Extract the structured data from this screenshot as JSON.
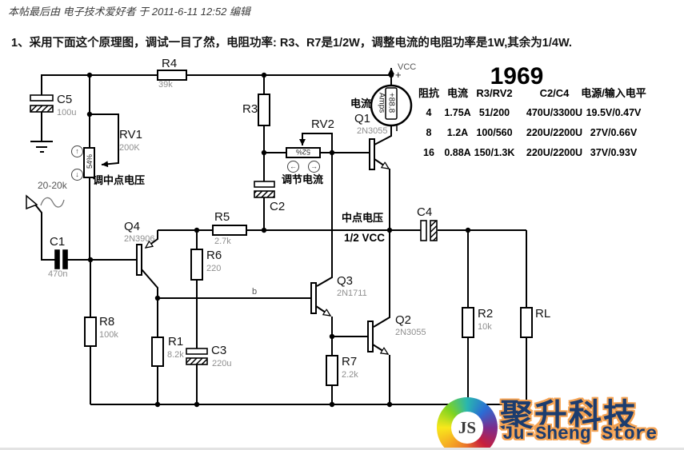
{
  "post": {
    "edit_note": "本帖最后由 电子技术爱好者 于 2011-6-11 12:52 编辑",
    "instruction": "1、采用下面这个原理图，调试一目了然，电阻功率: R3、R7是1/2W，调整电流的电阻功率是1W,其余为1/4W."
  },
  "schematic": {
    "power_label": "VCC",
    "meter": {
      "label": "电流",
      "unit": "Amps",
      "reading": "+88.8",
      "plus": "+"
    },
    "annotations": {
      "adjust_midpoint": "调中点电压",
      "adjust_current": "调节电流",
      "midpoint_voltage": "中点电压",
      "half_vcc": "1/2 VCC",
      "input_band": "20-20k",
      "base_node": "b",
      "rv1_percent": "54%",
      "rv2_percent": "52%",
      "rv1_up": "↑",
      "rv1_down": "↓",
      "rv2_left": "←",
      "rv2_right": "→"
    },
    "components": {
      "C5": {
        "ref": "C5",
        "value": "100u"
      },
      "R4": {
        "ref": "R4",
        "value": "39k"
      },
      "RV1": {
        "ref": "RV1",
        "value": "200K"
      },
      "C1": {
        "ref": "C1",
        "value": "470n"
      },
      "R8": {
        "ref": "R8",
        "value": "100k"
      },
      "R1": {
        "ref": "R1",
        "value": "8.2k"
      },
      "C3": {
        "ref": "C3",
        "value": "220u"
      },
      "R6": {
        "ref": "R6",
        "value": "220"
      },
      "R5": {
        "ref": "R5",
        "value": "2.7k"
      },
      "C2": {
        "ref": "C2"
      },
      "R3": {
        "ref": "R3"
      },
      "RV2": {
        "ref": "RV2"
      },
      "Q1": {
        "ref": "Q1",
        "value": "2N3055"
      },
      "Q2": {
        "ref": "Q2",
        "value": "2N3055"
      },
      "Q3": {
        "ref": "Q3",
        "value": "2N1711"
      },
      "Q4": {
        "ref": "Q4",
        "value": "2N3906"
      },
      "R7": {
        "ref": "R7",
        "value": "2.2k"
      },
      "R2": {
        "ref": "R2",
        "value": "10k"
      },
      "RL": {
        "ref": "RL"
      },
      "C4": {
        "ref": "C4"
      }
    }
  },
  "table": {
    "title": "1969",
    "headers": [
      "阻抗",
      "电流",
      "R3/RV2",
      "C2/C4",
      "电源/输入电平"
    ],
    "rows": [
      [
        "4",
        "1.75A",
        "51/200",
        "470U/3300U",
        "19.5V/0.47V"
      ],
      [
        "8",
        "1.2A",
        "100/560",
        "220U/2200U",
        "27V/0.66V"
      ],
      [
        "16",
        "0.88A",
        "150/1.3K",
        "220U/2200U",
        "37V/0.93V"
      ]
    ]
  },
  "watermark": {
    "initials": "JS",
    "name_cn": "聚升科技",
    "name_en": "Ju-Sheng Store"
  },
  "colors": {
    "navy": "#1c3c6e",
    "orange": "#f5a353",
    "value_gray": "#8f8f8f"
  }
}
